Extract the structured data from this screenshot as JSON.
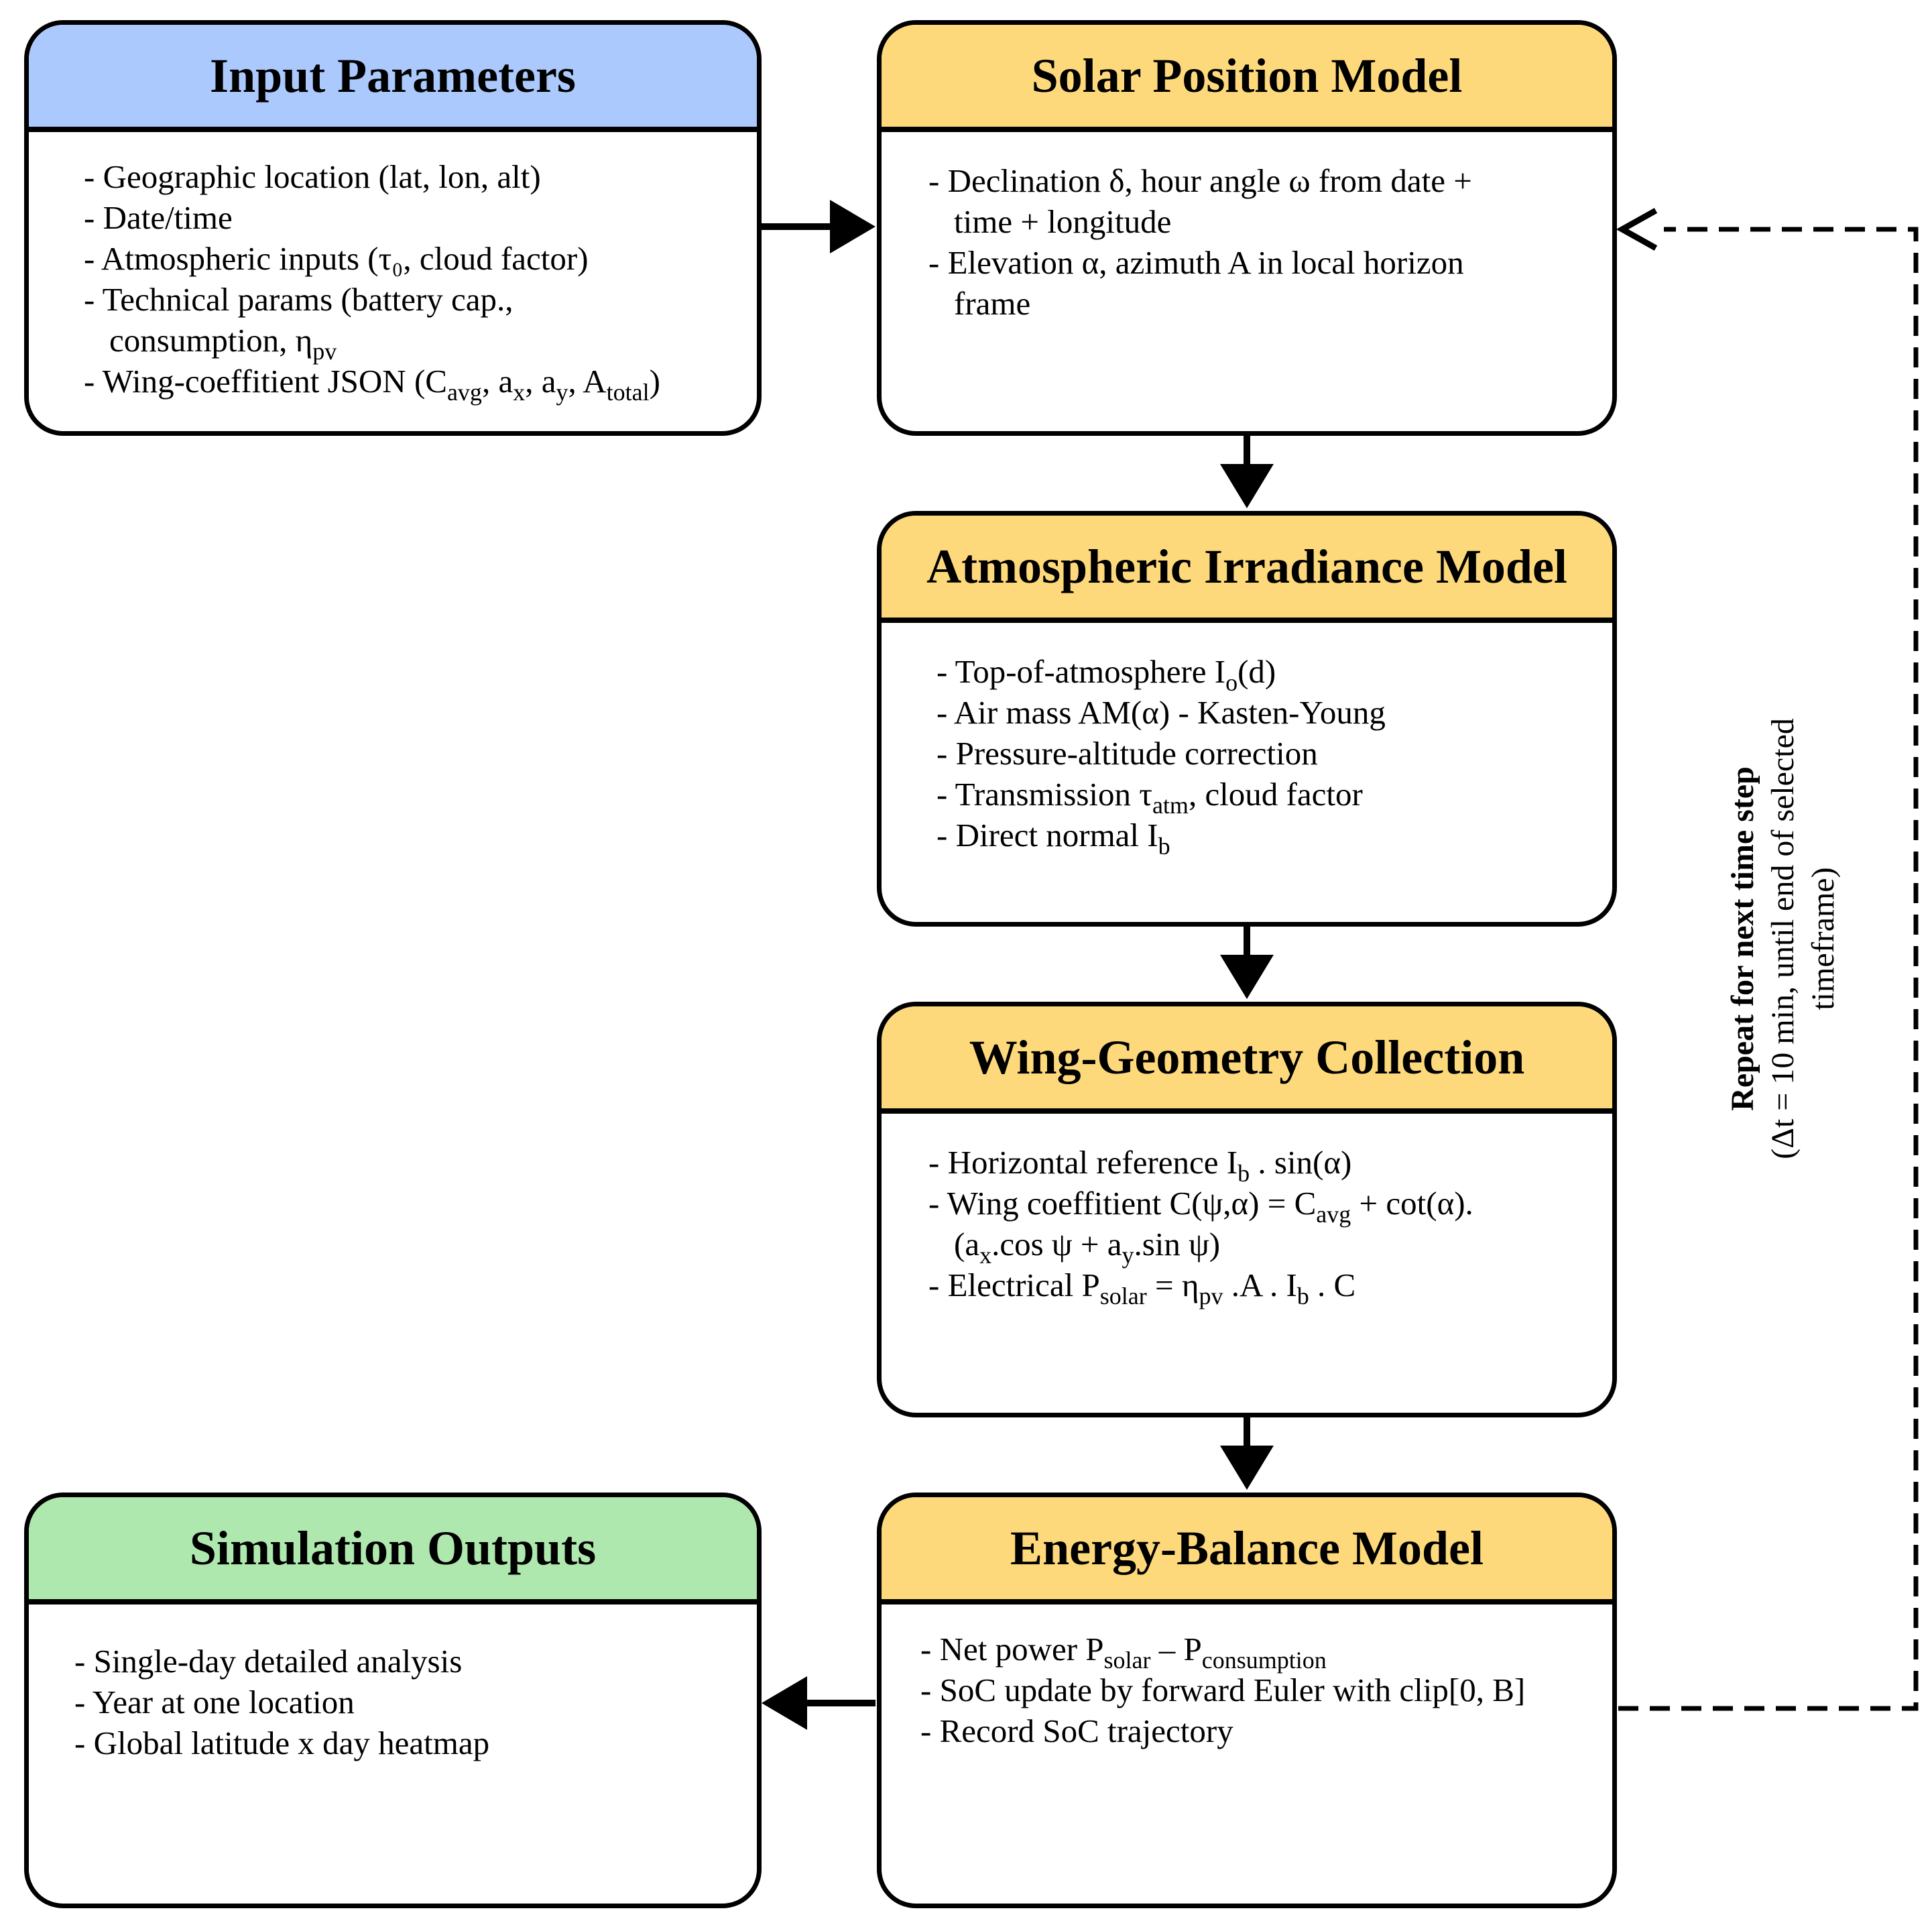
{
  "input_parameters": {
    "title": "Input Parameters",
    "items": [
      "- Geographic location (lat, lon, alt)",
      "- Date/time",
      "- Atmospheric inputs (τ₀, cloud factor)",
      "- Technical params (battery cap.,",
      "consumption, η",
      "pv",
      "- Wing-coeffitient JSON (C",
      "avg",
      ", a",
      "x",
      ", a",
      "y",
      ", A",
      "total",
      ")"
    ]
  },
  "solar_position": {
    "title": "Solar Position Model",
    "items": [
      "- Declination δ, hour angle ω from date +",
      "time + longitude",
      "- Elevation α, azimuth A in local horizon",
      "frame"
    ]
  },
  "atmospheric_irradiance": {
    "title": "Atmospheric Irradiance Model",
    "items": [
      "- Top-of-atmosphere I",
      "o",
      "(d)",
      "- Air mass AM(α) - Kasten-Young",
      "- Pressure-altitude correction",
      "- Transmission τ",
      "atm",
      ", cloud factor",
      "- Direct normal I",
      "b"
    ]
  },
  "wing_geometry": {
    "title": "Wing-Geometry Collection",
    "items": [
      "- Horizontal reference I",
      "b",
      " . sin(α)",
      "- Wing coeffitient C(ψ,α) = C",
      "avg",
      " + cot(α).",
      "(a",
      "x",
      ".cos ψ + a",
      "y",
      ".sin ψ)",
      "- Electrical P",
      "solar",
      " = η",
      "pv",
      " .A . I",
      "b",
      " . C"
    ]
  },
  "energy_balance": {
    "title": "Energy-Balance Model",
    "items": [
      "- Net power P",
      "solar",
      " – P",
      "consumption",
      "- SoC update by forward Euler with clip[0, B]",
      "- Record SoC trajectory"
    ]
  },
  "simulation_outputs": {
    "title": "Simulation Outputs",
    "items": [
      "- Single-day detailed analysis",
      "- Year at one location",
      "- Global latitude x day heatmap"
    ]
  },
  "loop_label": {
    "bold": "Repeat for next time step",
    "normal_1": "(Δt = 10 min, until end of selected",
    "normal_2": "timeframe)"
  }
}
